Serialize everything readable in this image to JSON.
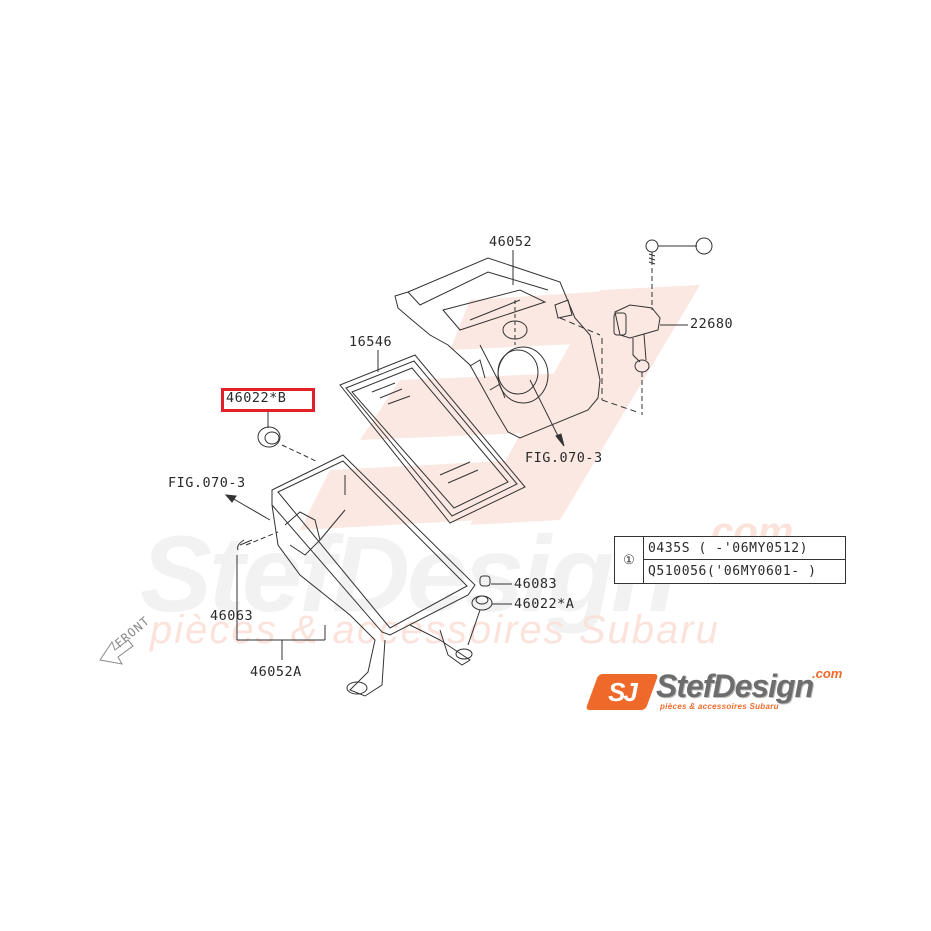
{
  "diagram": {
    "title": "Subaru air cleaner assembly parts diagram",
    "highlighted_part": "46022*B",
    "highlight_color": "#e0202a",
    "part_labels": [
      {
        "id": "46052",
        "text": "46052",
        "description": "Air cleaner upper case"
      },
      {
        "id": "22680",
        "text": "22680",
        "description": "Mass air flow sensor"
      },
      {
        "id": "16546",
        "text": "16546",
        "description": "Air filter element"
      },
      {
        "id": "46022B",
        "text": "46022*B",
        "description": "Grommet (highlighted)"
      },
      {
        "id": "fig0703_right",
        "text": "FIG.070-3",
        "description": "Reference to figure 070-3 (intake duct)"
      },
      {
        "id": "fig0703_left",
        "text": "FIG.070-3",
        "description": "Reference to figure 070-3"
      },
      {
        "id": "46083",
        "text": "46083",
        "description": "Cushion"
      },
      {
        "id": "46022A",
        "text": "46022*A",
        "description": "Grommet"
      },
      {
        "id": "46063",
        "text": "46063",
        "description": "Clip"
      },
      {
        "id": "46052A",
        "text": "46052A",
        "description": "Air cleaner lower case"
      }
    ],
    "callout_symbol": "①",
    "front_label": "FRONT",
    "legend_table": {
      "symbol": "①",
      "rows": [
        {
          "part": "0435S",
          "range": "( -'06MY0512)",
          "text": "0435S  ( -'06MY0512)"
        },
        {
          "part": "Q510056",
          "range": "('06MY0601- )",
          "text": "Q510056('06MY0601- )"
        }
      ]
    }
  },
  "branding": {
    "logo_badge": "SJ",
    "logo_name": "StefDesign",
    "logo_domain": ".com",
    "logo_tagline": "pièces & accessoires Subaru",
    "accent_color": "#ef6a2a",
    "watermark_name": "StefDesign",
    "watermark_domain": ".com",
    "watermark_tagline": "pièces & accessoires Subaru"
  }
}
